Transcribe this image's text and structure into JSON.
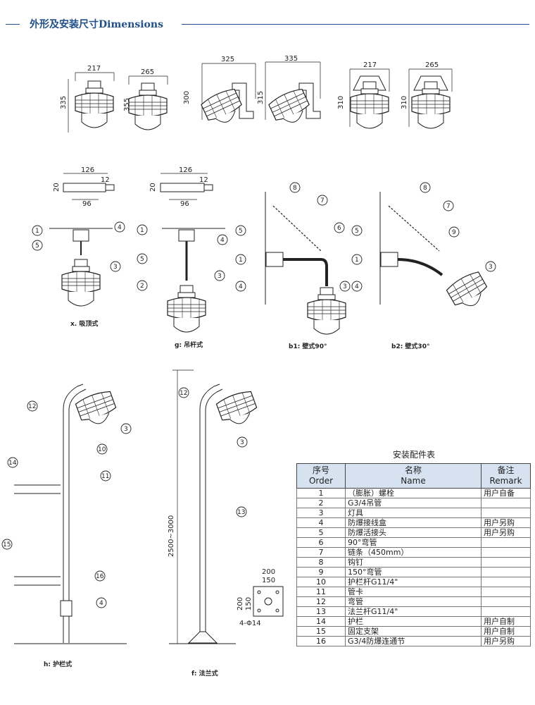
{
  "header": {
    "title": "外形及安装尺寸Dimensions"
  },
  "dimensions": {
    "l1_width": "217",
    "l1_height": "335",
    "l2_width": "265",
    "l2_height": "355",
    "l3_width": "325",
    "l3_height": "300",
    "l4_width": "335",
    "l4_height": "315",
    "l5_width": "217",
    "l5_height": "310",
    "l6_width": "265",
    "l6_height": "310",
    "bracket_length": "126",
    "bracket_inner": "96",
    "bracket_h": "20",
    "bracket_w": "12",
    "pole_height": "2500~3000",
    "flange_outer": "200",
    "flange_inner": "150",
    "flange_h_outer": "200",
    "flange_h_inner": "150",
    "flange_holes": "4-Φ14"
  },
  "captions": {
    "x": "x. 吸顶式",
    "g": "g: 吊杆式",
    "b1": "b1: 壁式90°",
    "b2": "b2: 壁式30°",
    "h": "h: 护栏式",
    "f": "f: 法兰式"
  },
  "callouts": {
    "c1": "1",
    "c2": "2",
    "c3": "3",
    "c4": "4",
    "c5": "5",
    "c6": "6",
    "c7": "7",
    "c8": "8",
    "c9": "9",
    "c10": "10",
    "c11": "11",
    "c12": "12",
    "c13": "13",
    "c14": "14",
    "c15": "15",
    "c16": "16"
  },
  "parts_table": {
    "title": "安装配件表",
    "headers": {
      "order_cn": "序号",
      "order_en": "Order",
      "name_cn": "名称",
      "name_en": "Name",
      "remark_cn": "备注",
      "remark_en": "Remark"
    },
    "rows": [
      {
        "order": "1",
        "name": "（膨胀）螺栓",
        "remark": "用户自备"
      },
      {
        "order": "2",
        "name": "G3/4吊管",
        "remark": ""
      },
      {
        "order": "3",
        "name": "灯具",
        "remark": ""
      },
      {
        "order": "4",
        "name": "防爆接线盒",
        "remark": "用户另购"
      },
      {
        "order": "5",
        "name": "防爆活接头",
        "remark": "用户另购"
      },
      {
        "order": "6",
        "name": "90°弯管",
        "remark": ""
      },
      {
        "order": "7",
        "name": "链条（450mm）",
        "remark": ""
      },
      {
        "order": "8",
        "name": "钩钉",
        "remark": ""
      },
      {
        "order": "9",
        "name": "150°弯管",
        "remark": ""
      },
      {
        "order": "10",
        "name": "护栏杆G11/4\"",
        "remark": ""
      },
      {
        "order": "11",
        "name": "管卡",
        "remark": ""
      },
      {
        "order": "12",
        "name": "弯管",
        "remark": ""
      },
      {
        "order": "13",
        "name": "法兰杆G11/4\"",
        "remark": ""
      },
      {
        "order": "14",
        "name": "护栏",
        "remark": "用户自制"
      },
      {
        "order": "15",
        "name": "固定支架",
        "remark": "用户自制"
      },
      {
        "order": "16",
        "name": "G3/4防爆连通节",
        "remark": "用户另购"
      }
    ]
  }
}
